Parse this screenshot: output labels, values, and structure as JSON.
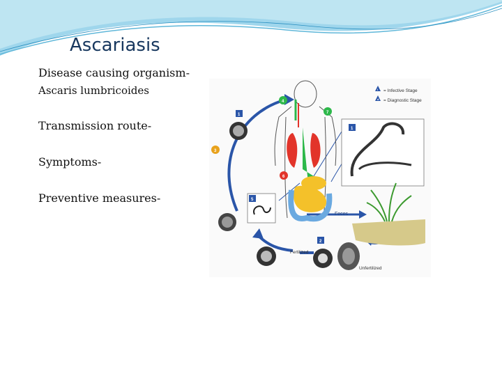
{
  "slide": {
    "title": "Ascariasis",
    "lines": [
      "Disease causing organism-",
      "Ascaris lumbricoides",
      "Transmission route-",
      "Symptoms-",
      "Preventive measures-"
    ]
  },
  "diagram": {
    "legend": {
      "infective": "= Infective Stage",
      "diagnostic": "= Diagnostic Stage",
      "infective_symbol": "i",
      "diagnostic_symbol": "d"
    },
    "labels": {
      "feces": "Feces",
      "fertilized": "Fertilized",
      "unfertilized": "Unfertilized"
    },
    "steps": [
      "1",
      "2",
      "3",
      "4",
      "5",
      "6",
      "7"
    ],
    "colors": {
      "arrow": "#2a55a8",
      "lungs": "#e2342a",
      "intestine": "#2db84a",
      "stomach": "#f4c12a",
      "colon": "#6aa9e0",
      "step": "#e8a21c"
    }
  }
}
